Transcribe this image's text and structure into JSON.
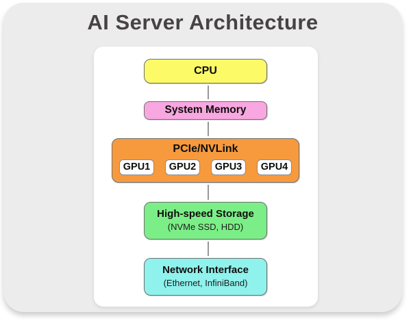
{
  "title": "AI Server Architecture",
  "diagram": {
    "nodes": {
      "cpu": {
        "label": "CPU",
        "color": "#fdfa68"
      },
      "memory": {
        "label": "System Memory",
        "color": "#f9a7e0"
      },
      "pcie": {
        "label": "PCIe/NVLink",
        "color": "#f79a3e"
      },
      "storage": {
        "label": "High-speed Storage",
        "sublabel": "(NVMe SSD, HDD)",
        "color": "#7cee87"
      },
      "network": {
        "label": "Network Interface",
        "sublabel": "(Ethernet, InfiniBand)",
        "color": "#8ff2ec"
      }
    },
    "gpu_labels": [
      "GPU1",
      "GPU2",
      "GPU3",
      "GPU4"
    ],
    "gpu_chip_color": "#ffffff",
    "connector_color": "#979797",
    "card_background": "#ececec",
    "panel_background": "#ffffff",
    "title_color": "#474344"
  }
}
